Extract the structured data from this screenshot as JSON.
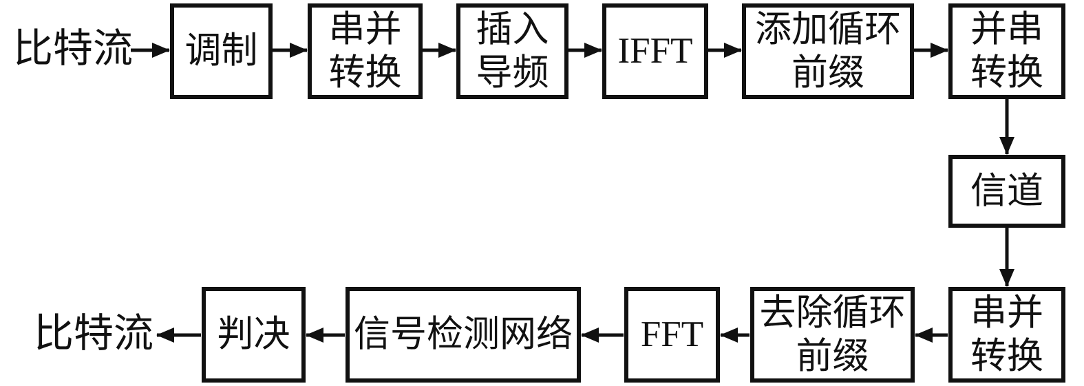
{
  "diagram": {
    "type": "flow-diagram",
    "labels": {
      "input_bitstream": "比特流",
      "output_bitstream": "比特流"
    },
    "boxes": {
      "modulation": "调制",
      "serial_to_parallel_tx": "串并\n转换",
      "insert_pilot": "插入\n导频",
      "ifft": "IFFT",
      "add_cyclic_prefix": "添加循环\n前缀",
      "parallel_to_serial": "并串\n转换",
      "channel": "信道",
      "serial_to_parallel_rx": "串并\n转换",
      "remove_cyclic_prefix": "去除循环\n前缀",
      "fft": "FFT",
      "signal_detection_network": "信号检测网络",
      "decision": "判决"
    },
    "flow": [
      "比特流 → 调制",
      "调制 → 串并转换",
      "串并转换 → 插入导频",
      "插入导频 → IFFT",
      "IFFT → 添加循环前缀",
      "添加循环前缀 → 并串转换",
      "并串转换 → 信道",
      "信道 → 串并转换",
      "串并转换 → 去除循环前缀",
      "去除循环前缀 → FFT",
      "FFT → 信号检测网络",
      "信号检测网络 → 判决",
      "判决 → 比特流"
    ],
    "colors": {
      "stroke": "#111111",
      "background": "#ffffff"
    }
  }
}
